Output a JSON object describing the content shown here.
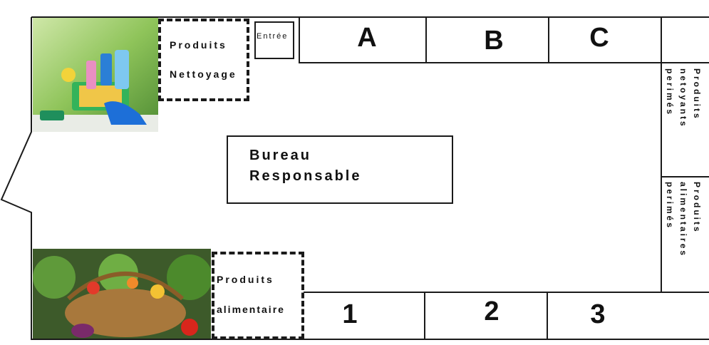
{
  "zones": {
    "cleaning": {
      "line1": "Produits",
      "line2": "Nettoyage"
    },
    "entrance": "Entrée",
    "office": {
      "line1": "Bureau",
      "line2": "Responsable"
    },
    "food": {
      "line1": "Produits",
      "line2": "alimentaire"
    },
    "expired_cleaning": "Produits\nnetoyants\nperimés",
    "expired_food": "Produits\nalimentaires\nperimés"
  },
  "top_racks": [
    "A",
    "B",
    "C"
  ],
  "bottom_racks": [
    "1",
    "2",
    "3"
  ],
  "colors": {
    "line": "#1a1a1a"
  }
}
